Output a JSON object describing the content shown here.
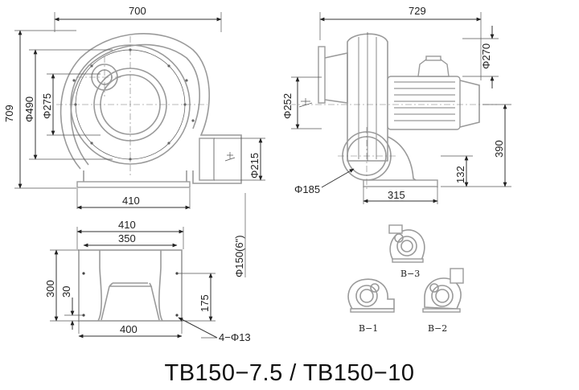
{
  "front_view": {
    "width": "700",
    "height": "709",
    "dia_490": "Φ490",
    "dia_275": "Φ275",
    "outlet_215": "Φ215",
    "base_410": "410"
  },
  "side_view": {
    "width": "729",
    "dia_270": "Φ270",
    "dia_252": "Φ252",
    "height_390": "390",
    "height_132": "132",
    "base_315": "315",
    "dia_185": "Φ185"
  },
  "base_view": {
    "w410": "410",
    "w350": "350",
    "w400": "400",
    "h300": "300",
    "h30": "30",
    "h175": "175",
    "holes": "4−Φ13",
    "flange": "Φ150(6\")"
  },
  "orientations": [
    "B−3",
    "B−1",
    "B−2"
  ],
  "model_title": "TB150−7.5 / TB150−10"
}
